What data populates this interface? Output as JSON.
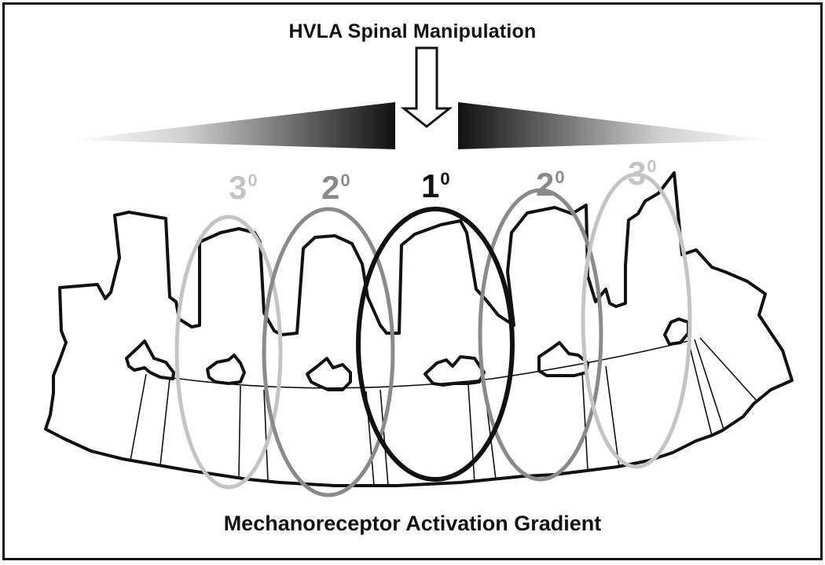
{
  "title": "HVLA Spinal Manipulation",
  "caption": "Mechanoreceptor Activation Gradient",
  "levels": [
    {
      "number": "3",
      "superscript": "0",
      "color": "#c4c4c4"
    },
    {
      "number": "2",
      "superscript": "0",
      "color": "#8a8a8a"
    },
    {
      "number": "1",
      "superscript": "0",
      "color": "#111111"
    },
    {
      "number": "2",
      "superscript": "0",
      "color": "#8a8a8a"
    },
    {
      "number": "3",
      "superscript": "0",
      "color": "#c4c4c4"
    }
  ]
}
